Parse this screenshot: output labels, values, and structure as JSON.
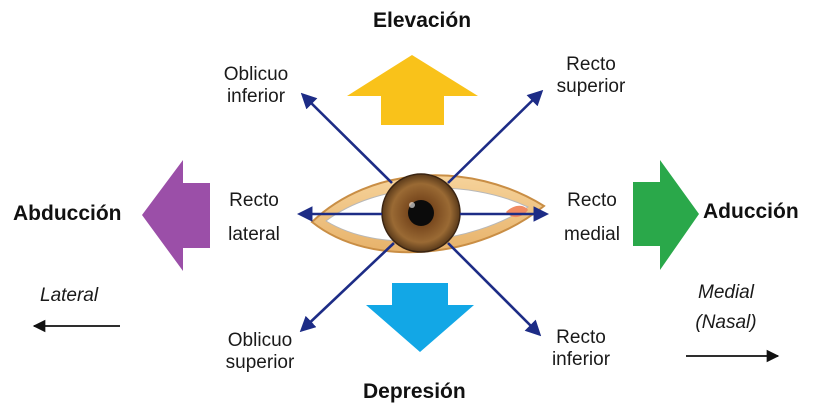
{
  "directions": {
    "up": "Elevación",
    "down": "Depresión",
    "left": "Abducción",
    "right": "Aducción"
  },
  "muscles": {
    "inferior_oblique": [
      "Oblicuo",
      "inferior"
    ],
    "superior_rectus": [
      "Recto",
      "superior"
    ],
    "lateral_rectus": [
      "Recto",
      "lateral"
    ],
    "medial_rectus": [
      "Recto",
      "medial"
    ],
    "superior_oblique": [
      "Oblicuo",
      "superior"
    ],
    "inferior_rectus": [
      "Recto",
      "inferior"
    ]
  },
  "sides": {
    "left": "Lateral",
    "right": [
      "Medial",
      "(Nasal)"
    ]
  },
  "colors": {
    "up_arrow": "#f9c21a",
    "down_arrow": "#12a7e6",
    "left_arrow": "#9b4fa8",
    "right_arrow": "#2aa84a",
    "action_lines": "#1d2c86",
    "iris": "#8a5a2a",
    "eyelid": "#f1c27d"
  }
}
